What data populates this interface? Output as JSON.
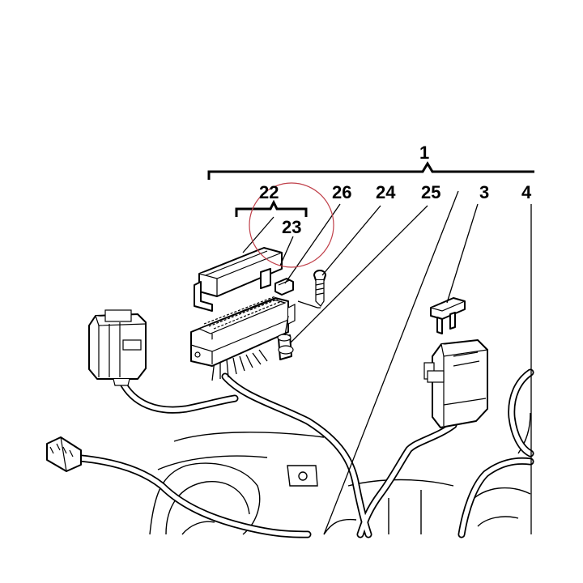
{
  "callouts": {
    "assembly": "1",
    "fuse_box": "22",
    "fuse_cover": "23",
    "screw": "24",
    "grommet": "25",
    "fuse_clip": "26",
    "fuse": "3",
    "part_4": "4"
  },
  "highlight_color": "#c0404a"
}
